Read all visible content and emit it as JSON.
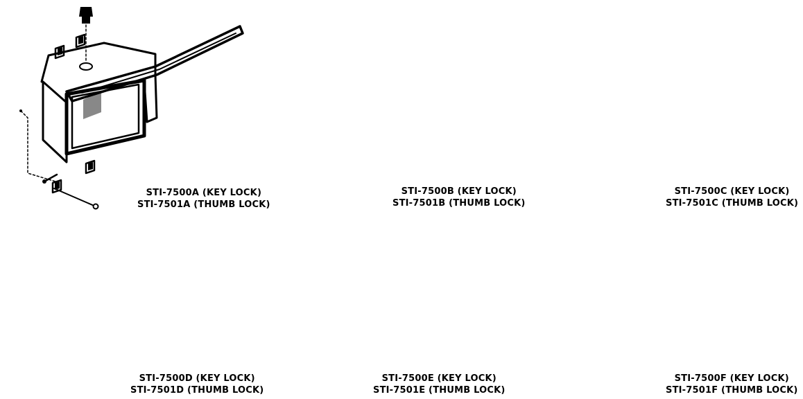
{
  "figure": {
    "panels": [
      {
        "id": "a",
        "line1": "STI-7500A (KEY LOCK)",
        "line2": "STI-7501A (THUMB LOCK)"
      },
      {
        "id": "b",
        "line1": "STI-7500B (KEY LOCK)",
        "line2": "STI-7501B (THUMB LOCK)"
      },
      {
        "id": "c",
        "line1": "STI-7500C (KEY LOCK)",
        "line2": "STI-7501C (THUMB LOCK)"
      },
      {
        "id": "d",
        "line1": "STI-7500D (KEY LOCK)",
        "line2": "STI-7501D (THUMB LOCK)"
      },
      {
        "id": "e",
        "line1": "STI-7500E (KEY LOCK)",
        "line2": "STI-7501E (THUMB LOCK)"
      },
      {
        "id": "f",
        "line1": "STI-7500F (KEY LOCK)",
        "line2": "STI-7501F (THUMB LOCK)"
      }
    ]
  }
}
